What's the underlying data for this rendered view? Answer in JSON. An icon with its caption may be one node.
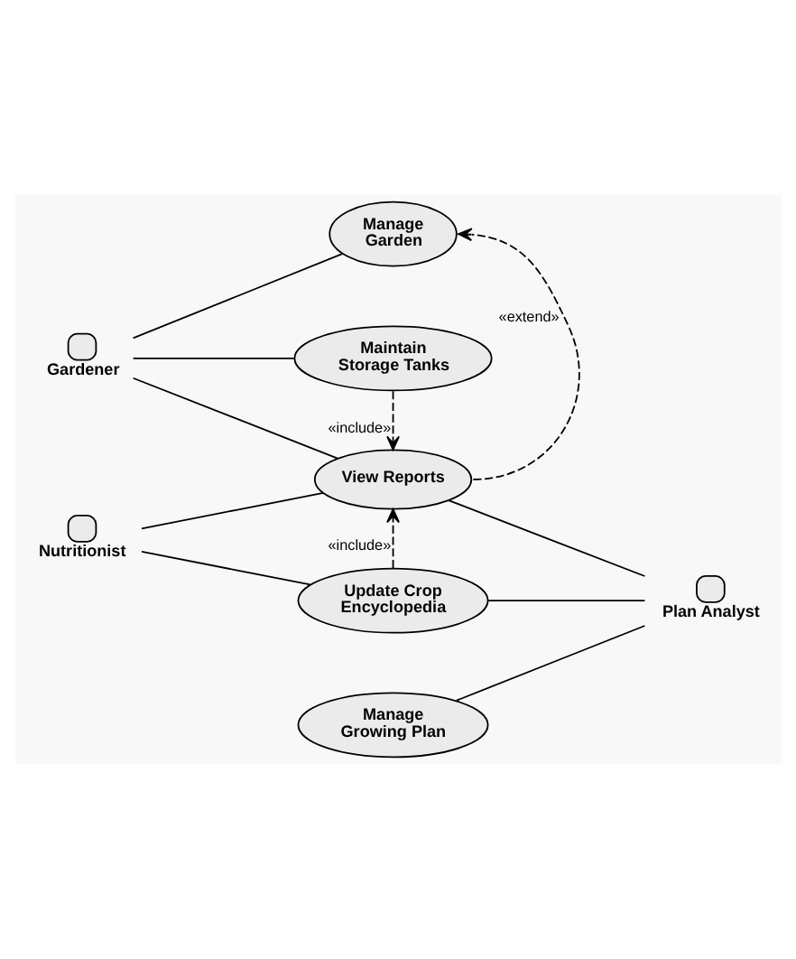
{
  "diagram": {
    "nodes": [
      {
        "text": [
          "Manage Garden"
        ]
      },
      {
        "text": [
          "Gardener"
        ]
      },
      {
        "text": [
          "Maintain Storage Tanks"
        ]
      },
      {
        "text": [
          "Nutritionist"
        ]
      },
      {
        "text": [
          "View Reports"
        ]
      },
      {
        "text": [
          "Plan Analyst"
        ]
      },
      {
        "text": [
          "Update Crop Encyclopedia"
        ]
      },
      {
        "text": [
          "Manage Growing Plan"
        ]
      }
    ],
    "edges": [
      {
        "from": 1,
        "to": 0,
        "arrow": "none"
      },
      {
        "from": 1,
        "to": 2,
        "arrow": "none"
      },
      {
        "from": 1,
        "to": 4,
        "arrow": "none"
      },
      {
        "from": 2,
        "to": 4,
        "arrow": "to",
        "style": "dashed",
        "label": "«include»"
      },
      {
        "from": 4,
        "to": 0,
        "arrow": "to",
        "style": "dashed",
        "label": "«extend»"
      },
      {
        "from": 3,
        "to": 4,
        "arrow": "none"
      },
      {
        "from": 4,
        "to": 5,
        "arrow": "none"
      },
      {
        "from": 3,
        "to": 6,
        "arrow": "none"
      },
      {
        "from": 6,
        "to": 4,
        "arrow": "to",
        "style": "dashed",
        "label": "«include»"
      },
      {
        "from": 6,
        "to": 5,
        "arrow": "none"
      },
      {
        "from": 7,
        "to": 5,
        "arrow": "none"
      }
    ]
  }
}
